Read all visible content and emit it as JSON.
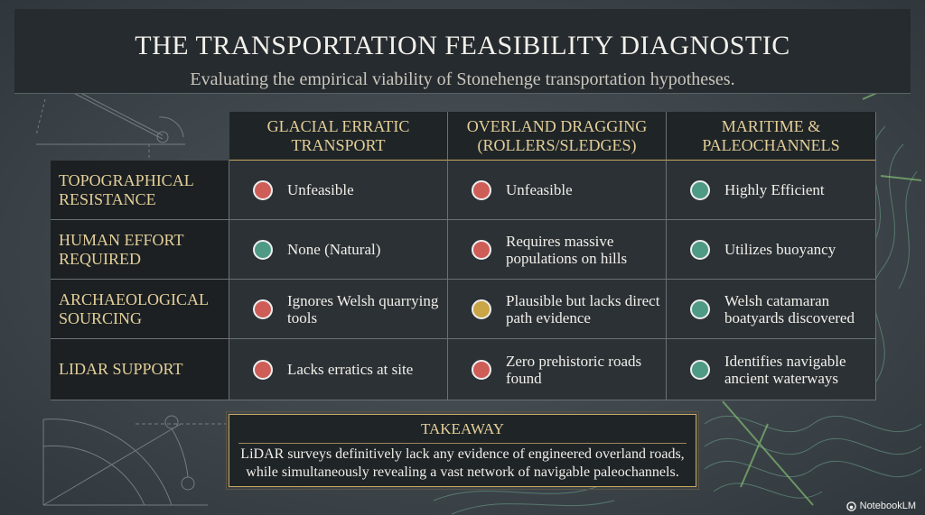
{
  "header": {
    "title": "THE TRANSPORTATION FEASIBILITY DIAGNOSTIC",
    "subtitle": "Evaluating the empirical viability of Stonehenge transportation hypotheses."
  },
  "table": {
    "columns": [
      "GLACIAL ERRATIC TRANSPORT",
      "OVERLAND DRAGGING (ROLLERS/SLEDGES)",
      "MARITIME & PALEOCHANNELS"
    ],
    "rows": [
      {
        "label": "TOPOGRAPHICAL RESISTANCE",
        "cells": [
          {
            "status": "red",
            "text": "Unfeasible"
          },
          {
            "status": "red",
            "text": "Unfeasible"
          },
          {
            "status": "green",
            "text": "Highly Efficient"
          }
        ]
      },
      {
        "label": "HUMAN EFFORT REQUIRED",
        "cells": [
          {
            "status": "green",
            "text": "None (Natural)"
          },
          {
            "status": "red",
            "text": "Requires massive populations on hills"
          },
          {
            "status": "green",
            "text": "Utilizes buoyancy"
          }
        ]
      },
      {
        "label": "ARCHAEOLOGICAL SOURCING",
        "cells": [
          {
            "status": "red",
            "text": "Ignores Welsh quarrying tools"
          },
          {
            "status": "yellow",
            "text": "Plausible but lacks direct path evidence"
          },
          {
            "status": "green",
            "text": "Welsh catamaran boatyards discovered"
          }
        ]
      },
      {
        "label": "LIDAR SUPPORT",
        "cells": [
          {
            "status": "red",
            "text": "Lacks erratics at site"
          },
          {
            "status": "red",
            "text": "Zero prehistoric roads found"
          },
          {
            "status": "green",
            "text": "Identifies navigable ancient waterways"
          }
        ]
      }
    ]
  },
  "takeaway": {
    "title": "TAKEAWAY",
    "body": "LiDAR surveys definitively lack any evidence of engineered overland roads, while simultaneously revealing a vast network of navigable paleochannels."
  },
  "brand": {
    "label": "NotebookLM",
    "icon": "notebooklm-logo-icon"
  },
  "colors": {
    "red": "#cf5d57",
    "green": "#4f9a85",
    "yellow": "#c9a545",
    "gold_text": "#e3cf98"
  }
}
